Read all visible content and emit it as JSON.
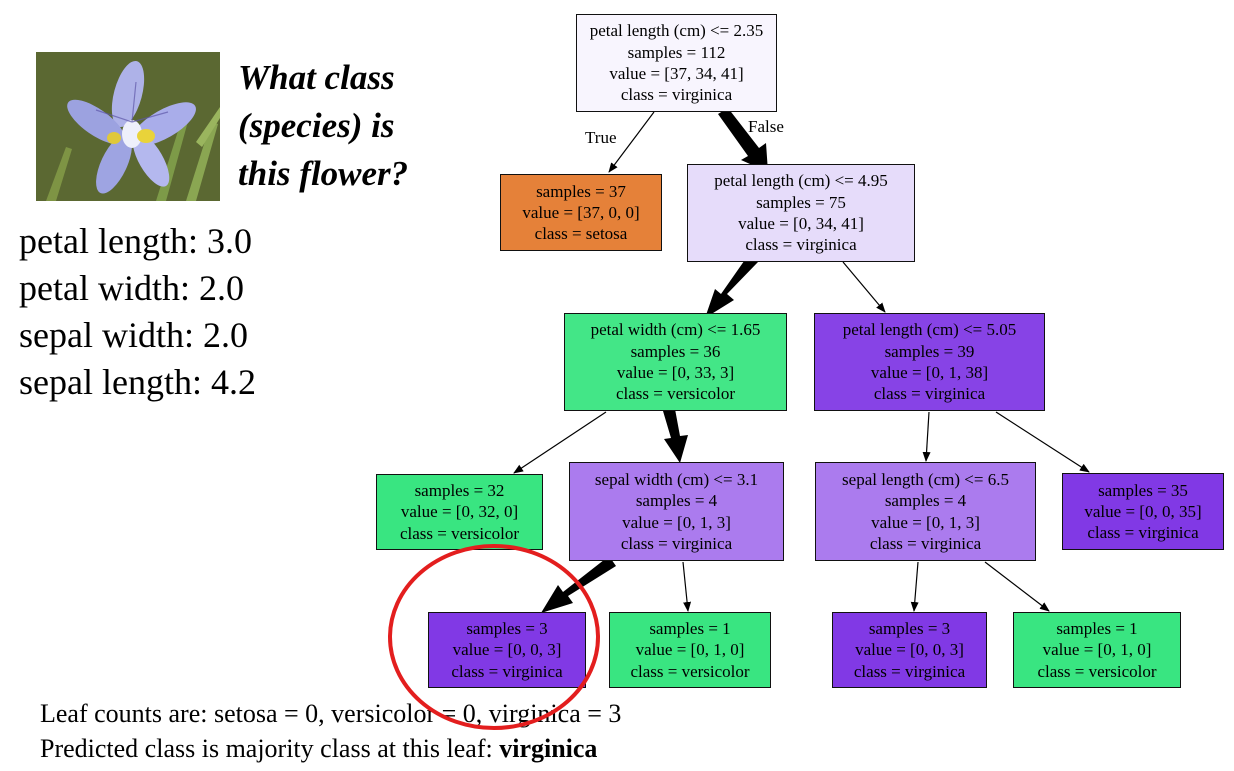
{
  "question": {
    "lines": [
      "What class",
      "(species) is",
      "this flower?"
    ]
  },
  "features": [
    "petal length: 3.0",
    "petal width: 2.0",
    "sepal width: 2.0",
    "sepal length: 4.2"
  ],
  "edge_labels": {
    "true": "True",
    "false": "False"
  },
  "tree": {
    "nodes": [
      {
        "id": "root",
        "color": "#f8f5fe",
        "lines": [
          "petal length (cm) <= 2.35",
          "samples = 112",
          "value = [37, 34, 41]",
          "class = virginica"
        ]
      },
      {
        "id": "setosa-leaf",
        "color": "#e58139",
        "lines": [
          "samples = 37",
          "value = [37, 0, 0]",
          "class = setosa"
        ]
      },
      {
        "id": "node-pl-4-95",
        "color": "#e6dcfa",
        "lines": [
          "petal length (cm) <= 4.95",
          "samples = 75",
          "value = [0, 34, 41]",
          "class = virginica"
        ]
      },
      {
        "id": "node-pw-1-65",
        "color": "#43e687",
        "lines": [
          "petal width (cm) <= 1.65",
          "samples = 36",
          "value = [0, 33, 3]",
          "class = versicolor"
        ]
      },
      {
        "id": "node-pl-5-05",
        "color": "#8743e6",
        "lines": [
          "petal length (cm) <= 5.05",
          "samples = 39",
          "value = [0, 1, 38]",
          "class = virginica"
        ]
      },
      {
        "id": "leaf-32",
        "color": "#39e581",
        "lines": [
          "samples = 32",
          "value = [0, 32, 0]",
          "class = versicolor"
        ]
      },
      {
        "id": "node-sw-3-1",
        "color": "#ab7bee",
        "lines": [
          "sepal width (cm) <= 3.1",
          "samples = 4",
          "value = [0, 1, 3]",
          "class = virginica"
        ]
      },
      {
        "id": "node-sl-6-5",
        "color": "#ab7bee",
        "lines": [
          "sepal length (cm) <= 6.5",
          "samples = 4",
          "value = [0, 1, 3]",
          "class = virginica"
        ]
      },
      {
        "id": "leaf-35",
        "color": "#8139e5",
        "lines": [
          "samples = 35",
          "value = [0, 0, 35]",
          "class = virginica"
        ]
      },
      {
        "id": "leaf-3-a",
        "color": "#8139e5",
        "lines": [
          "samples = 3",
          "value = [0, 0, 3]",
          "class = virginica"
        ]
      },
      {
        "id": "leaf-1-a",
        "color": "#39e581",
        "lines": [
          "samples = 1",
          "value = [0, 1, 0]",
          "class = versicolor"
        ]
      },
      {
        "id": "leaf-3-b",
        "color": "#8139e5",
        "lines": [
          "samples = 3",
          "value = [0, 0, 3]",
          "class = virginica"
        ]
      },
      {
        "id": "leaf-1-b",
        "color": "#39e581",
        "lines": [
          "samples = 1",
          "value = [0, 1, 0]",
          "class = versicolor"
        ]
      }
    ],
    "decision_path": [
      "root",
      "node-pl-4-95",
      "node-pw-1-65",
      "node-sw-3-1",
      "leaf-3-a"
    ],
    "highlighted_leaf": "leaf-3-a",
    "highlight_color": "#e31e1e"
  },
  "footer": {
    "leaf_counts": "Leaf counts are: setosa = 0, versicolor = 0, virginica = 3",
    "prediction_prefix": "Predicted class is majority class at this leaf: ",
    "prediction": "virginica"
  }
}
